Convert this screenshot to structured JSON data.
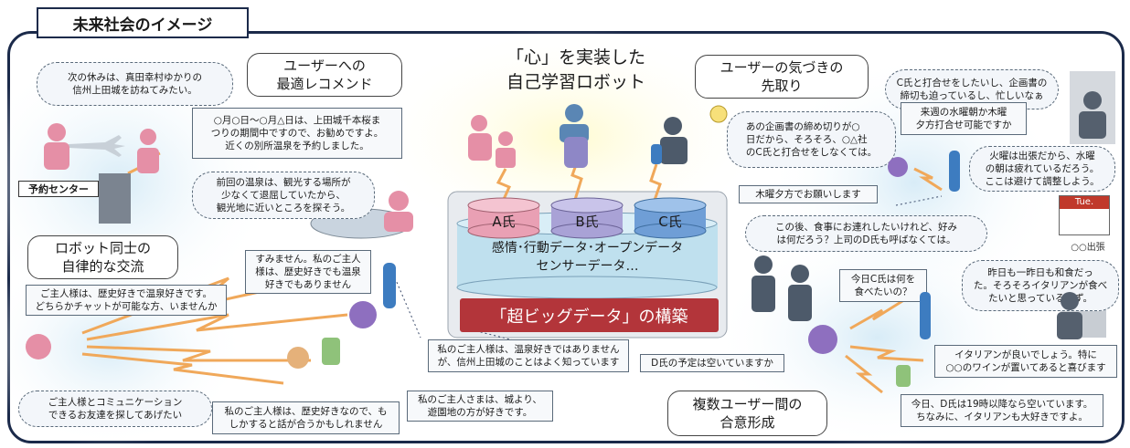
{
  "header": {
    "title": "未来社会のイメージ"
  },
  "center": {
    "heading_line1": "「心」を実装した",
    "heading_line2": "自己学習ロボット",
    "db_a": "A氏",
    "db_b": "B氏",
    "db_c": "C氏",
    "db_text_line1": "感情･行動データ･オープンデータ",
    "db_text_line2": "センサーデータ…",
    "banner": "「超ビッグデータ」の構築"
  },
  "sections": {
    "recommend_line1": "ユーザーへの",
    "recommend_line2": "最適レコメンド",
    "anticipate_line1": "ユーザーの気づきの",
    "anticipate_line2": "先取り",
    "robots_line1": "ロボット同士の",
    "robots_line2": "自律的な交流",
    "consensus_line1": "複数ユーザー間の",
    "consensus_line2": "合意形成"
  },
  "bubbles": {
    "next_holiday": "次の休みは、真田幸村ゆかりの\n信州上田城を訪ねてみたい。",
    "sakura": "○月○日～○月△日は、上田城千本桜ま\nつりの期間中ですので、お勧めですよ。\n近くの別所温泉を予約しました。",
    "reserve_center": "予約センター",
    "onsen": "前回の温泉は、観光する場所が\n少なくて退屈していたから、\n観光地に近いところを探そう。",
    "meeting_worry": "C氏と打合せをしたいし、企画書の\n締切も迫っているし、忙しいなぁ",
    "deadline": "あの企画書の締め切りが○\n日だから、そろそろ、○△社\nのC氏と打合せをしなくては。",
    "next_wed": "来週の水曜朝か木曜\n夕方打合せ可能ですか",
    "tuesday_trip": "火曜は出張だから、水曜\nの朝は疲れているだろう。\nここは避けて調整しよう。",
    "thursday_ok": "木曜夕方でお願いします",
    "tue_label": "Tue.",
    "trip_label": "○○出張",
    "meal": "この後、食事にお連れしたいけれど、好み\nは何だろう？上司のD氏も呼ばなくては。",
    "c_ate": "今日C氏は何を\n食べたいの？",
    "yesterday": "昨日も一昨日も和食だっ\nた。そろそろイタリアンが食べ\nたいと思っているはず。",
    "italian": "イタリアンが良いでしょう。特に\n○○のワインが置いてあると喜びます",
    "d_schedule": "D氏の予定は空いていますか",
    "d_free": "今日、D氏は19時以降なら空いています。\nちなみに、イタリアンも大好きですよ。",
    "history_chat": "ご主人様は、歴史好きで温泉好きです。\nどちらかチャットが可能な方、いませんか",
    "sorry": "すみません。私のご主人\n様は、歴史好きでも温泉\n好きでもありません",
    "castle_know": "私のご主人様は、温泉好きではありません\nが、信州上田城のことはよく知っています",
    "friend": "ご主人様とコミュニケーション\nできるお友達を探してあげたい",
    "may_match": "私のご主人様は、歴史好きなので、も\nしかすると話が合うかもしれません",
    "amusement": "私のご主人さまは、城より、\n遊園地の方が好きです。"
  },
  "colors": {
    "frame": "#1b2a4a",
    "banner": "#b3353a",
    "db_a": "#e9a0b4",
    "db_b": "#a9a2d6",
    "db_c": "#6f9ed6",
    "db_base": "#bfe0ee",
    "lightning": "#f0a85a"
  }
}
